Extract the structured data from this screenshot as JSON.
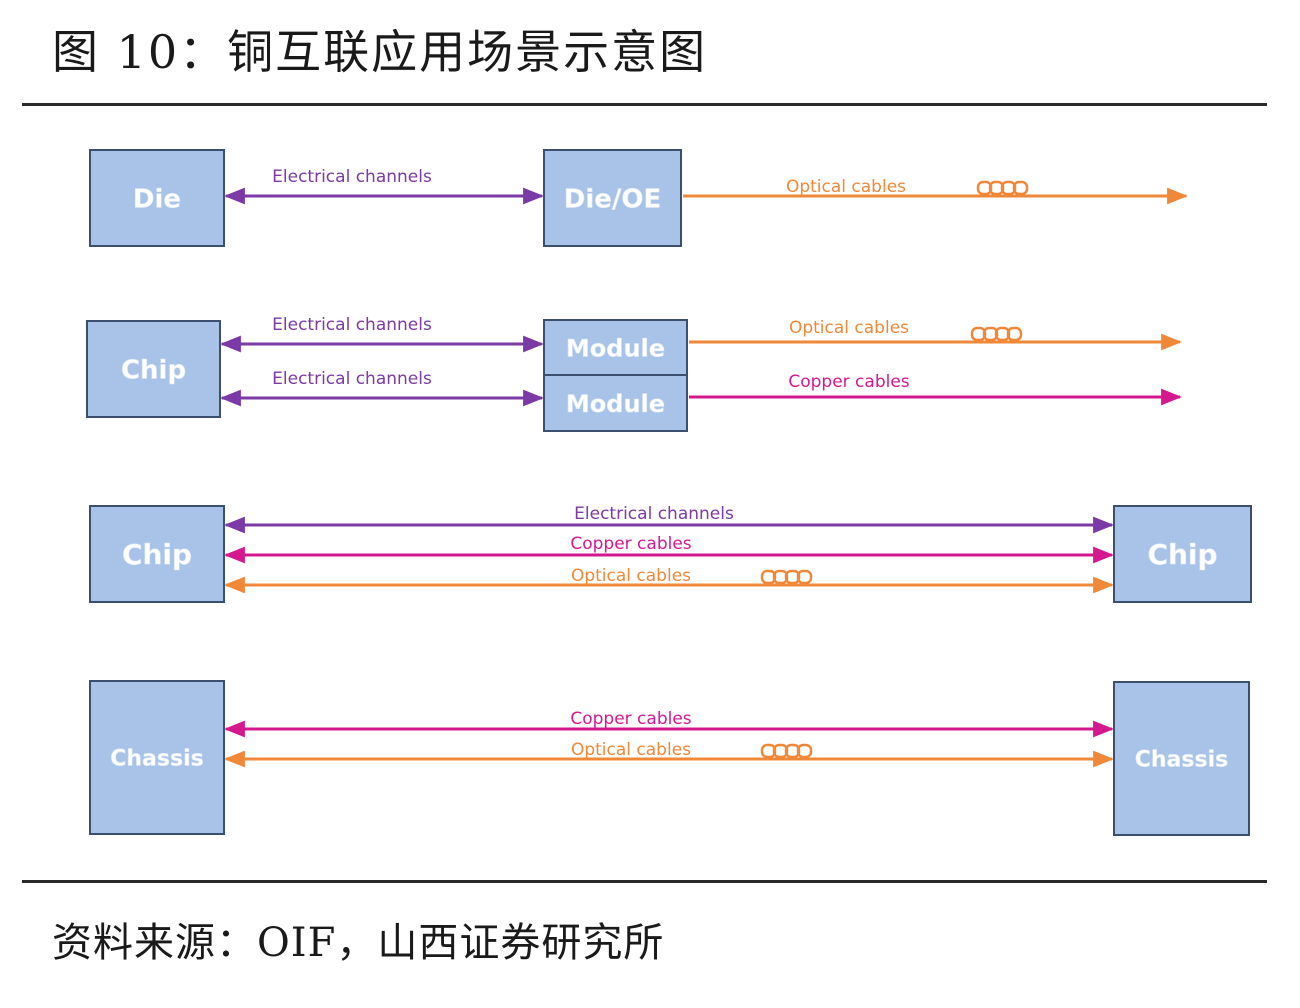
{
  "header": {
    "title": "图 10：铜互联应用场景示意图"
  },
  "footer": {
    "source": "资料来源：OIF，山西证券研究所"
  },
  "colors": {
    "electrical": "#7b3aa6",
    "copper": "#d4198f",
    "optical": "#f0883a",
    "box_fill": "#a9c3e8",
    "box_stroke": "#3d4f6e"
  },
  "rows": [
    {
      "boxes": [
        "Die",
        "Die/OE"
      ],
      "connections": [
        {
          "label": "Electrical channels",
          "kind": "electrical"
        },
        {
          "label": "Optical cables",
          "kind": "optical",
          "coil": true
        }
      ]
    },
    {
      "boxes": [
        "Chip",
        "Module",
        "Module"
      ],
      "connections": [
        {
          "label": "Electrical channels",
          "kind": "electrical"
        },
        {
          "label": "Electrical channels",
          "kind": "electrical"
        },
        {
          "label": "Optical cables",
          "kind": "optical",
          "coil": true
        },
        {
          "label": "Copper cables",
          "kind": "copper"
        }
      ]
    },
    {
      "boxes": [
        "Chip",
        "Chip"
      ],
      "connections": [
        {
          "label": "Electrical channels",
          "kind": "electrical"
        },
        {
          "label": "Copper cables",
          "kind": "copper"
        },
        {
          "label": "Optical cables",
          "kind": "optical",
          "coil": true
        }
      ]
    },
    {
      "boxes": [
        "Chassis",
        "Chassis"
      ],
      "connections": [
        {
          "label": "Copper cables",
          "kind": "copper"
        },
        {
          "label": "Optical cables",
          "kind": "optical",
          "coil": true
        }
      ]
    }
  ]
}
